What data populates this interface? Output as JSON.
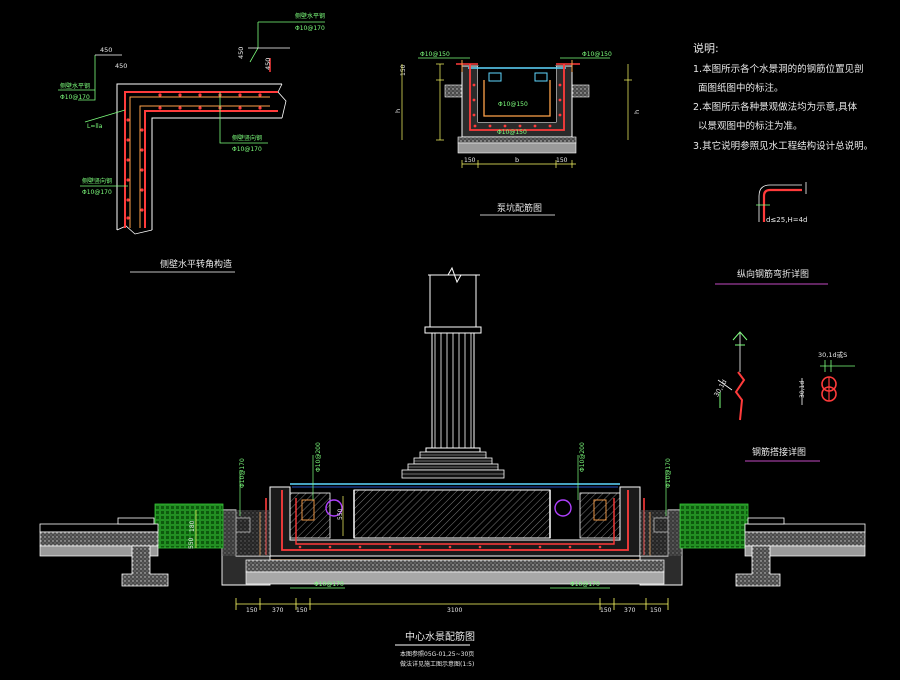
{
  "colors": {
    "background": "#000000",
    "outline": "#ffffff",
    "rebar": "#ff3b3b",
    "water": "#5fd7ff",
    "fill": "#bdbdbd",
    "dimension": "#ffff66",
    "leader": "#7dff7d",
    "wall": "#ffa24a",
    "underline": "#c24ac2",
    "pipe": "#b040ff"
  },
  "notes": {
    "title": "说明:",
    "items": [
      "1.本图所示各个水景洞的的钢筋位置见剖",
      "面图纸图中的标注。",
      "2.本图所示各种景观做法均为示意,具体",
      "以景观图中的标注为准。",
      "3.其它说明参照见水工程结构设计总说明。"
    ]
  },
  "detail_corner": {
    "title": "侧壁水平转角构造",
    "labels": {
      "top_a": "侧壁水平钢",
      "top_b": "Φ10@170",
      "left_a": "侧壁水平钢",
      "left_b": "Φ10@170",
      "vert_a": "侧壁竖向钢",
      "vert_b": "Φ10@170",
      "bottom_a": "侧壁竖向钢",
      "bottom_b": "Φ10@170",
      "dim_450_a": "450",
      "dim_450_b": "450",
      "dim_450_c": "450",
      "dim_450_d": "450",
      "lap": "L=lla"
    }
  },
  "detail_pit": {
    "title": "泵坑配筋图",
    "labels": {
      "top_left": "Φ10@150",
      "top_right": "Φ10@150",
      "mid": "Φ10@150",
      "bottom": "Φ10@150",
      "dim_150_left": "150",
      "dim_b": "b",
      "dim_150_right": "150",
      "dim_h_left": "h",
      "dim_h_right": "h",
      "dim_150_top": "150"
    }
  },
  "detail_hook": {
    "label": "d≤25,H=4d"
  },
  "detail_bend": {
    "title": "纵向钢筋弯折详图"
  },
  "detail_cross": {
    "title": "钢筋搭接详图",
    "labels": {
      "top": "30,1d或S",
      "left": "30,1d",
      "mid": "30,1d"
    }
  },
  "main_section": {
    "title": "中心水景配筋图",
    "subtitle_1": "本图参照05G-01,25~30页",
    "subtitle_2": "做法详见施工图示意图(1:5)",
    "labels": {
      "left_a": "Φ10@170",
      "left_b": "Φ10@200",
      "right_a": "Φ10@200",
      "right_b": "Φ10@170",
      "mid_left": "550",
      "bottom_left": "Φ10@170",
      "bottom_right": "Φ10@170",
      "left_mark": "180",
      "left_h": "550"
    },
    "dims": [
      "150",
      "370",
      "150",
      "3100",
      "150",
      "370",
      "150"
    ]
  }
}
